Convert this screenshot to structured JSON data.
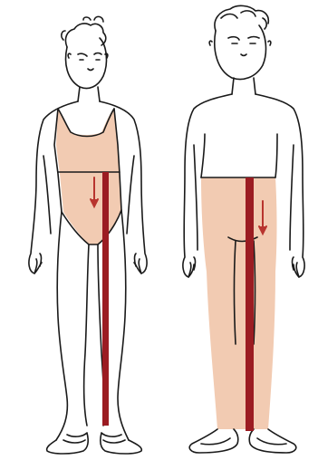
{
  "colors": {
    "background": "#ffffff",
    "outline": "#1a1a1a",
    "garment_fill": "#f2cbb2",
    "measure_line": "#9b1c22",
    "arrow": "#b8342e"
  },
  "figures": [
    {
      "name": "child-figure",
      "garment": "leotard",
      "measurement": "inseam-from-waist"
    },
    {
      "name": "adult-figure",
      "garment": "tights",
      "measurement": "inseam-from-waist"
    }
  ],
  "icons": [
    "down-arrow-icon",
    "down-arrow-icon"
  ]
}
